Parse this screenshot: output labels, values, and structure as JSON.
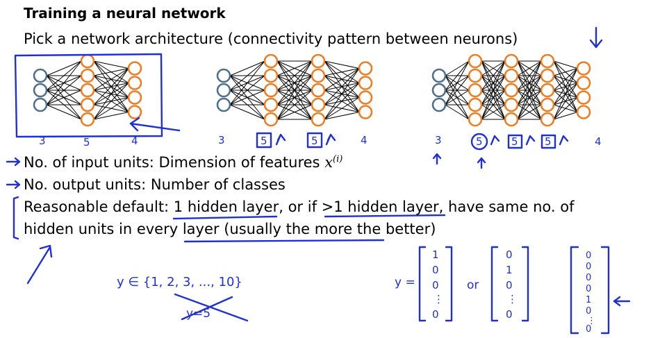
{
  "slide": {
    "title": "Training a neural network",
    "subtitle": "Pick a network architecture (connectivity pattern between neurons)",
    "bullet_input": "No. of input units: Dimension of features",
    "bullet_input_math": "x",
    "bullet_input_sup": "(i)",
    "bullet_output": "No. output units: Number of classes",
    "default_line1": "Reasonable default: 1 hidden layer, or if >1 hidden layer, have same no. of",
    "default_line2": "hidden units in every layer (usually the more the better)"
  },
  "networks": [
    {
      "name": "network-1",
      "layers": [
        3,
        5,
        4
      ]
    },
    {
      "name": "network-2",
      "layers": [
        3,
        5,
        5,
        4
      ]
    },
    {
      "name": "network-3",
      "layers": [
        3,
        5,
        5,
        5,
        4
      ]
    }
  ],
  "annotations": {
    "net1_counts": [
      "3",
      "5",
      "4"
    ],
    "net2_counts": [
      "3",
      "5",
      "5",
      "4"
    ],
    "net3_counts": [
      "3",
      "5",
      "5",
      "5",
      "4"
    ],
    "y_set": "y ∈ {1, 2, 3, ..., 10}",
    "y_crossed": "y=5",
    "y_eq": "y =",
    "or": "or",
    "vec1": [
      "1",
      "0",
      "0",
      "⋮",
      "0"
    ],
    "vec2": [
      "0",
      "1",
      "0",
      "⋮",
      "0"
    ],
    "vec3": [
      "0",
      "0",
      "0",
      "0",
      "1",
      "0",
      "⋮",
      "0"
    ]
  },
  "colors": {
    "input_node": "#4f6f8f",
    "hidden_node": "#ee7d21",
    "ink": "#1f2fd8"
  }
}
